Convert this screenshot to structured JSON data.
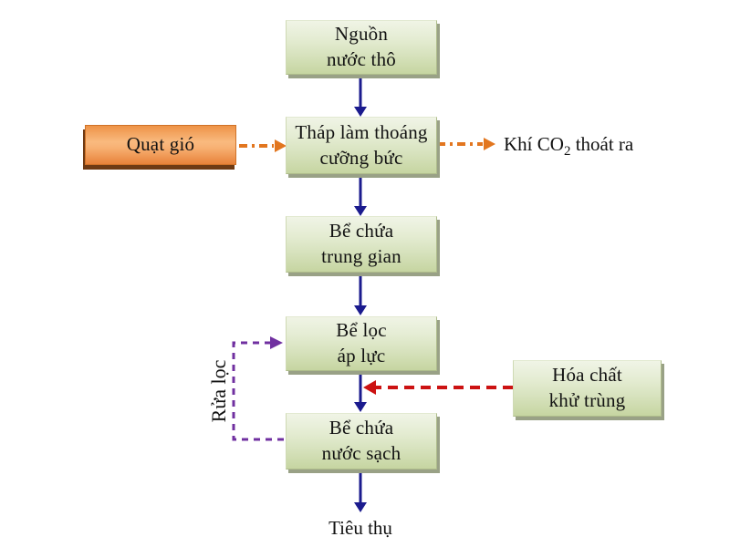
{
  "colors": {
    "text": "#121212",
    "box-green-border": "#aebc8b",
    "box-shadow-olive": "#99a186",
    "orange-border": "#cf7228",
    "orange-shadow": "#6e3a14",
    "arrow-blue": "#1b1b8e",
    "arrow-orange": "#e2761f",
    "arrow-red": "#cc1212",
    "arrow-purple": "#7030a0"
  },
  "nodes": {
    "raw_water": {
      "line1": "Nguồn",
      "line2": "nước thô"
    },
    "aeration_tower": {
      "line1": "Tháp làm thoáng",
      "line2": "cưỡng bức"
    },
    "intermediate_tank": {
      "line1": "Bể chứa",
      "line2": "trung gian"
    },
    "pressure_filter": {
      "line1": "Bể lọc",
      "line2": "áp lực"
    },
    "clean_water_tank": {
      "line1": "Bể chứa",
      "line2": "nước sạch"
    },
    "fan": {
      "label": "Quạt gió"
    },
    "disinfectant": {
      "line1": "Hóa chất",
      "line2": "khử trùng"
    }
  },
  "labels": {
    "co2_out": {
      "pre": "Khí CO",
      "sub": "2",
      "post": " thoát ra"
    },
    "backwash": "Rửa lọc",
    "consumption": "Tiêu thụ"
  }
}
